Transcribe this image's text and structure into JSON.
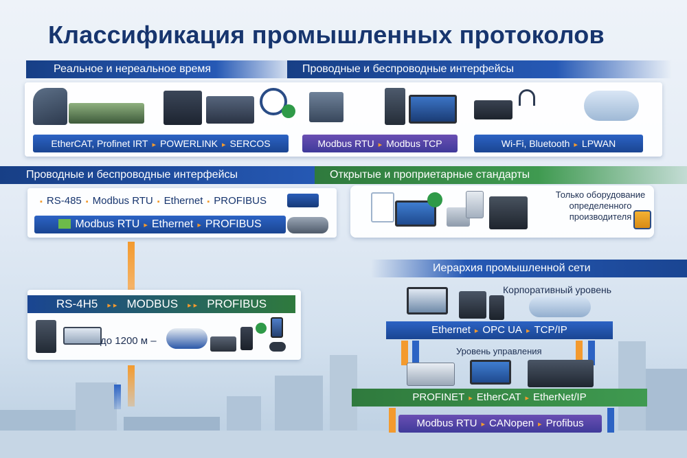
{
  "title": "Классификация промышленных протоколов",
  "row1": {
    "band_left": "Реальное и нереальное время",
    "band_right": "Проводные и беспроводные интерфейсы",
    "pill_left": [
      "EtherCAT, Profinet IRT",
      "POWERLINK",
      "SERCOS"
    ],
    "pill_mid": [
      "Modbus RTU",
      "Modbus TCP"
    ],
    "pill_right": [
      "Wi-Fi, Bluetooth",
      "LPWAN"
    ]
  },
  "row2": {
    "band_left": "Проводные и беспроводные интерфейсы",
    "band_right": "Открытые и проприетарные стандарты",
    "line1": [
      "RS-485",
      "Modbus RTU",
      "Ethernet",
      "PROFIBUS"
    ],
    "line2": [
      "Modbus RTU",
      "Ethernet",
      "PROFIBUS"
    ],
    "vendor_note": "Только оборудование определенного производителя"
  },
  "row3": {
    "bar": [
      "RS-4Н5",
      "MODBUS",
      "PROFIBUS"
    ],
    "distance": "до 1200 м –"
  },
  "hierarchy": {
    "title": "Иерархия промышленной сети",
    "corporate_label": "Корпоративный уровень",
    "corporate_bar": [
      "Ethernet",
      "OPC UA",
      "TCP/IP"
    ],
    "control_label": "Уровень управления",
    "control_bar": [
      "PROFINET",
      "EtherCAT",
      "EtherNet/IP"
    ],
    "field_bar": [
      "Modbus RTU",
      "CANopen",
      "Profibus"
    ]
  },
  "colors": {
    "navy": "#17356e",
    "blue": "#2659b5",
    "green": "#3f9a50",
    "purple": "#5a45a8",
    "orange": "#f39a2e"
  }
}
